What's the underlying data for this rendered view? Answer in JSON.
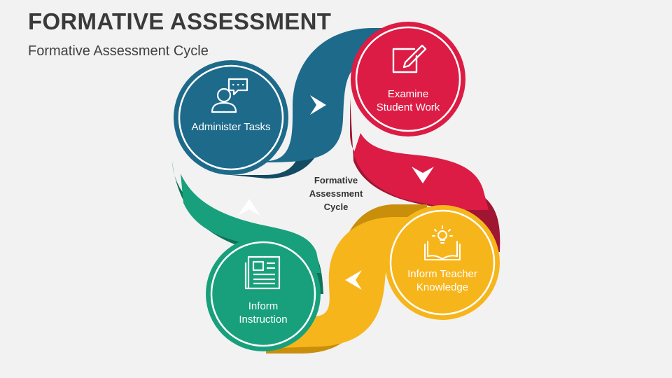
{
  "title": "FORMATIVE ASSESSMENT",
  "subtitle": "Formative Assessment Cycle",
  "center_label": "Formative\nAssessment\nCycle",
  "steps": [
    {
      "label": "Administer Tasks",
      "icon": "person-chat-icon",
      "color": "#1d6a8b"
    },
    {
      "label": "Examine Student Work",
      "icon": "pencil-edit-icon",
      "color": "#dc1c44"
    },
    {
      "label": "Inform Teacher Knowledge",
      "icon": "book-lightbulb-icon",
      "color": "#f7b51c"
    },
    {
      "label": "Inform Instruction",
      "icon": "newspaper-icon",
      "color": "#18a07c"
    }
  ],
  "colors": {
    "blue": "#1d6a8b",
    "blue_dark": "#134b63",
    "red": "#dc1c44",
    "red_dark": "#a01532",
    "yellow": "#f7b51c",
    "yellow_dark": "#c98e0a",
    "green": "#18a07c",
    "green_dark": "#0f7257"
  }
}
